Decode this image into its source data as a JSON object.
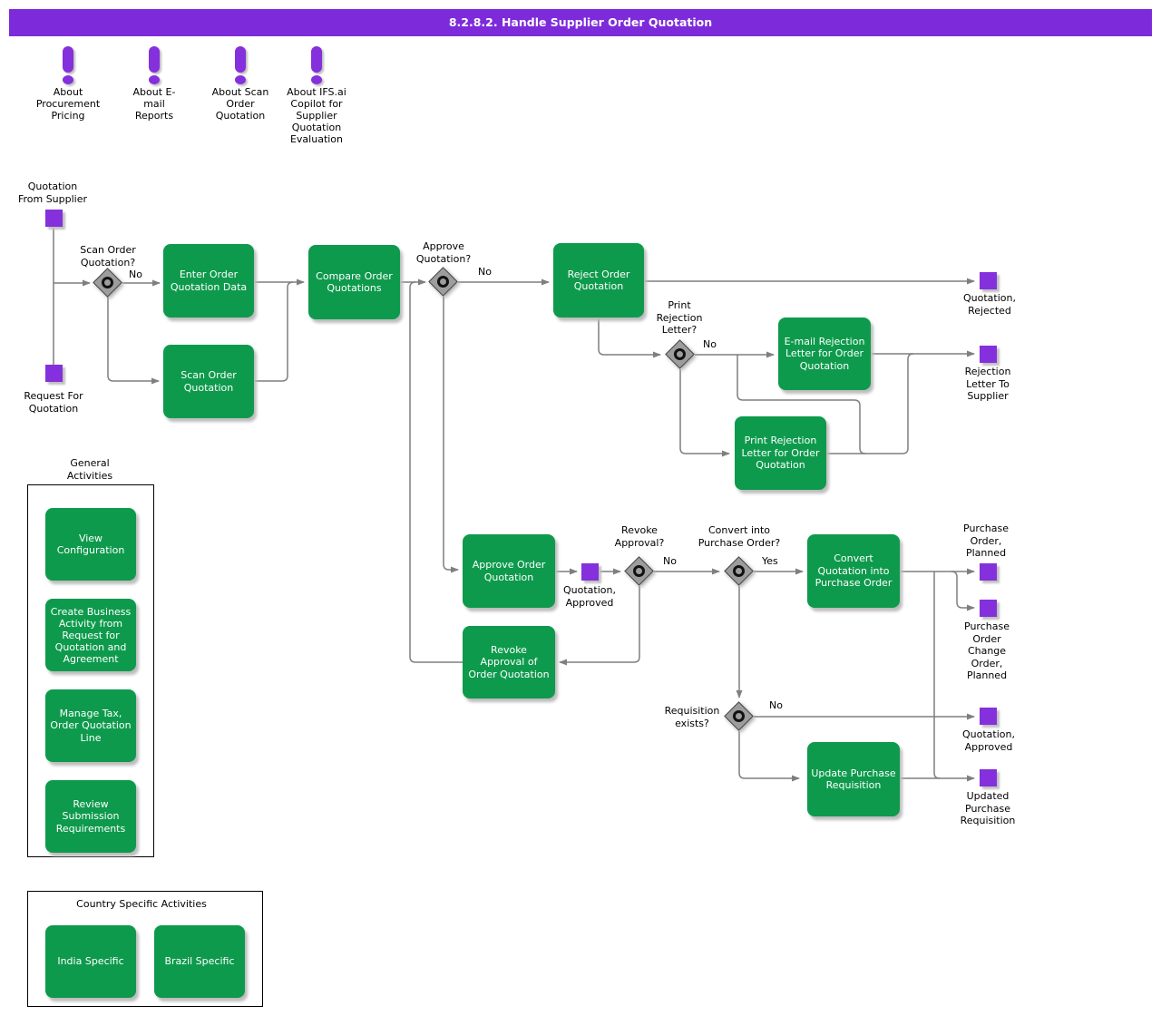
{
  "title": "8.2.8.2. Handle Supplier Order Quotation",
  "colors": {
    "purple": "#8430DC",
    "header_purple": "#7D2BDA",
    "green": "#0E9A4C",
    "line_gray": "#7F7F7F",
    "gateway_gray": "#9D9D9D"
  },
  "info_links": [
    {
      "label": "About\nProcurement\nPricing"
    },
    {
      "label": "About E-\nmail\nReports"
    },
    {
      "label": "About Scan\nOrder\nQuotation"
    },
    {
      "label": "About IFS.ai\nCopilot for\nSupplier\nQuotation\nEvaluation"
    }
  ],
  "events": {
    "quotation_from_supplier": "Quotation\nFrom Supplier",
    "request_for_quotation": "Request For\nQuotation",
    "quotation_rejected": "Quotation,\nRejected",
    "rejection_letter_to_supplier": "Rejection\nLetter To\nSupplier",
    "quotation_approved_intermediate": "Quotation,\nApproved",
    "purchase_order_planned": "Purchase\nOrder,\nPlanned",
    "purchase_order_change_order_planned": "Purchase\nOrder\nChange\nOrder,\nPlanned",
    "quotation_approved": "Quotation,\nApproved",
    "updated_purchase_requisition": "Updated\nPurchase\nRequisition"
  },
  "gateways": {
    "scan_order_quotation": "Scan Order\nQuotation?",
    "approve_quotation": "Approve\nQuotation?",
    "print_rejection_letter": "Print\nRejection\nLetter?",
    "revoke_approval": "Revoke\nApproval?",
    "convert_into_purchase_order": "Convert into\nPurchase Order?",
    "requisition_exists": "Requisition\nexists?"
  },
  "branches": {
    "no": "No",
    "yes": "Yes"
  },
  "tasks": {
    "enter_order_quotation_data": "Enter Order\nQuotation Data",
    "scan_order_quotation": "Scan Order\nQuotation",
    "compare_order_quotations": "Compare Order\nQuotations",
    "reject_order_quotation": "Reject Order\nQuotation",
    "email_rejection_letter": "E-mail Rejection\nLetter for Order\nQuotation",
    "print_rejection_letter": "Print Rejection\nLetter for Order\nQuotation",
    "approve_order_quotation": "Approve Order\nQuotation",
    "revoke_approval": "Revoke\nApproval of\nOrder Quotation",
    "convert_quotation": "Convert\nQuotation into\nPurchase Order",
    "update_purchase_requisition": "Update Purchase\nRequisition",
    "view_configuration": "View\nConfiguration",
    "create_business_activity": "Create Business\nActivity from\nRequest for\nQuotation and\nAgreement",
    "manage_tax": "Manage Tax,\nOrder Quotation\nLine",
    "review_submission": "Review\nSubmission\nRequirements",
    "india_specific": "India Specific",
    "brazil_specific": "Brazil Specific"
  },
  "groups": {
    "general_activities": "General\nActivities",
    "country_specific_activities": "Country Specific Activities"
  }
}
